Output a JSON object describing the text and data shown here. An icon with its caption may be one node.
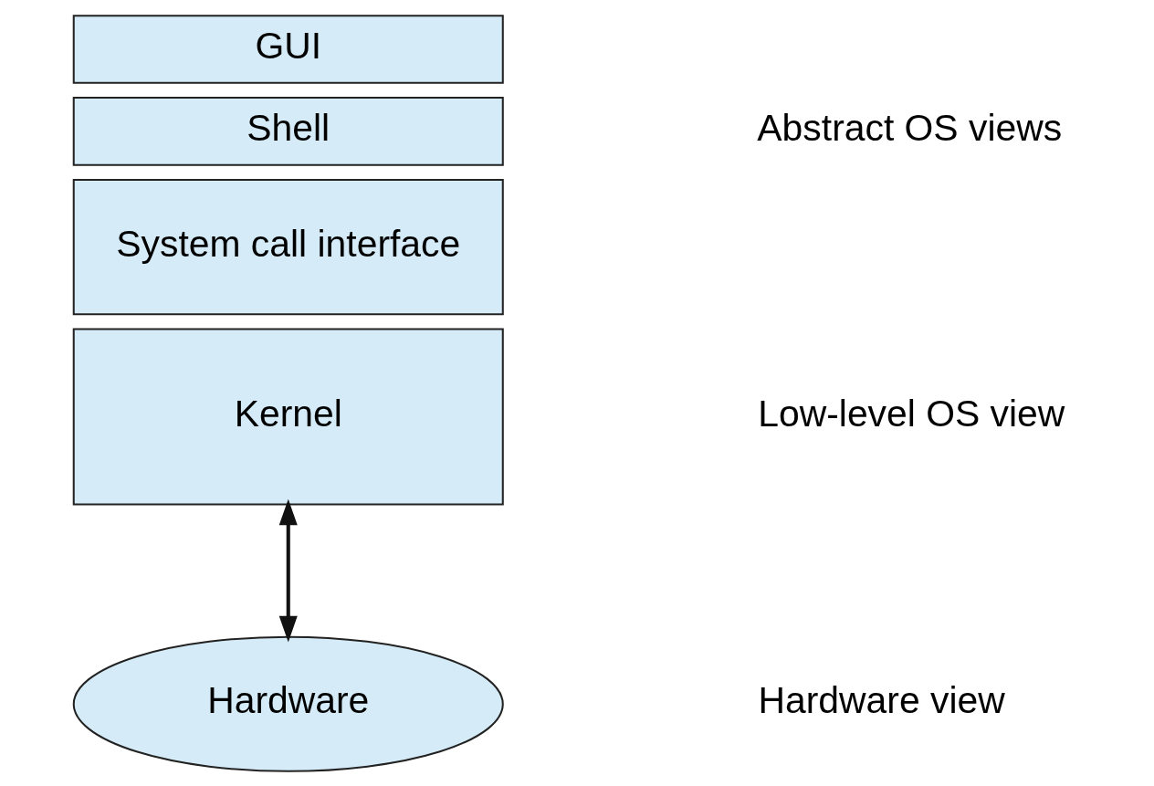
{
  "diagram": {
    "nodes": [
      {
        "text": [
          "GUI"
        ]
      },
      {
        "text": [
          "Shell"
        ]
      },
      {
        "text": [
          "System call interface"
        ]
      },
      {
        "text": [
          "Kernel"
        ]
      },
      {
        "text": [
          "Hardware"
        ]
      }
    ],
    "edges": [
      {
        "from": 3,
        "to": 4,
        "arrow": "both"
      }
    ],
    "labels": [
      "Abstract OS views",
      "Low-level OS view",
      "Hardware view"
    ]
  }
}
